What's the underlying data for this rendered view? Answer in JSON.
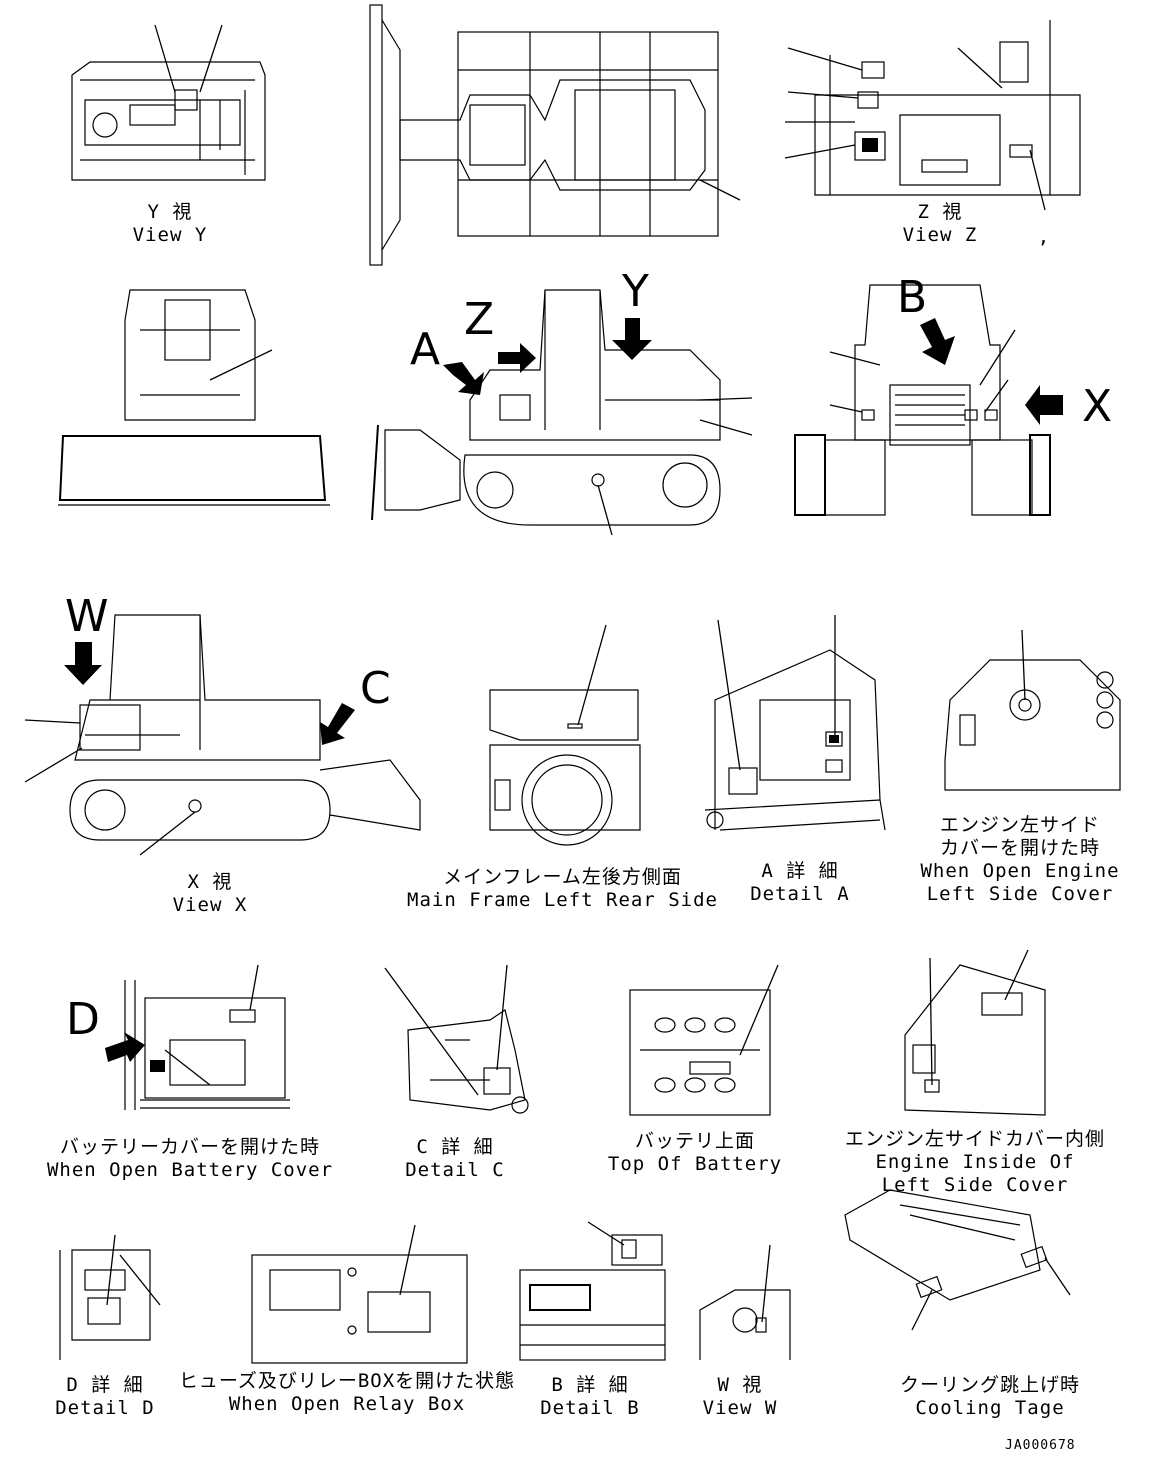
{
  "view_letters": {
    "a": "A",
    "z": "Z",
    "y": "Y",
    "b": "B",
    "x": "X",
    "w": "W",
    "c": "C",
    "d": "D"
  },
  "captions": {
    "view_y": {
      "jp": "Y 視",
      "en": "View Y"
    },
    "view_z": {
      "jp": "Z 視",
      "en": "View Z"
    },
    "view_x": {
      "jp": "X 視",
      "en": "View X"
    },
    "main_frame": {
      "jp": "メインフレーム左後方側面",
      "en": "Main Frame Left Rear Side"
    },
    "detail_a": {
      "jp": "A 詳 細",
      "en": "Detail A"
    },
    "engine_cover_open": {
      "jp1": "エンジン左サイド",
      "jp2": "カバーを開けた時",
      "en1": "When Open Engine",
      "en2": "Left Side Cover"
    },
    "battery_cover": {
      "jp": "バッテリーカバーを開けた時",
      "en": "When Open Battery Cover"
    },
    "detail_c": {
      "jp": "C 詳 細",
      "en": "Detail C"
    },
    "top_battery": {
      "jp": "バッテリ上面",
      "en": "Top Of Battery"
    },
    "engine_inside": {
      "jp": "エンジン左サイドカバー内側",
      "en1": "Engine Inside Of",
      "en2": "Left Side Cover"
    },
    "detail_d": {
      "jp": "D 詳 細",
      "en": "Detail D"
    },
    "relay_box": {
      "jp": "ヒューズ及びリレーBOXを開けた状態",
      "en": "When Open Relay Box"
    },
    "detail_b": {
      "jp": "B 詳 細",
      "en": "Detail B"
    },
    "view_w": {
      "jp": "W 視",
      "en": "View W"
    },
    "cooling": {
      "jp": "クーリング跳上げ時",
      "en": "Cooling Tage"
    }
  },
  "drawing_code": "JA000678",
  "stray_mark": ","
}
